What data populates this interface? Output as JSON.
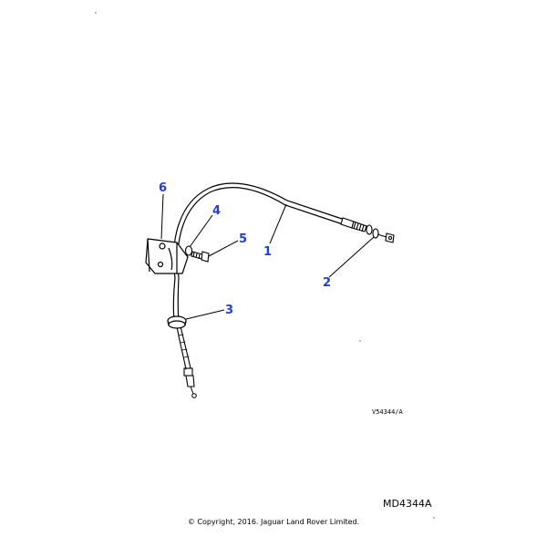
{
  "diagram": {
    "reference_code": "V54344/A",
    "colors": {
      "callout": "#1f3fd6",
      "line": "#000000",
      "background": "#ffffff"
    },
    "callouts": [
      {
        "id": "1",
        "label": "1",
        "part": "cable"
      },
      {
        "id": "2",
        "label": "2",
        "part": "adjuster-clip"
      },
      {
        "id": "3",
        "label": "3",
        "part": "grommet"
      },
      {
        "id": "4",
        "label": "4",
        "part": "washer"
      },
      {
        "id": "5",
        "label": "5",
        "part": "bolt"
      },
      {
        "id": "6",
        "label": "6",
        "part": "bracket"
      }
    ]
  },
  "footer": {
    "drawing_id": "MD4344A",
    "copyright": "© Copyright, 2016. Jaguar Land Rover Limited."
  }
}
